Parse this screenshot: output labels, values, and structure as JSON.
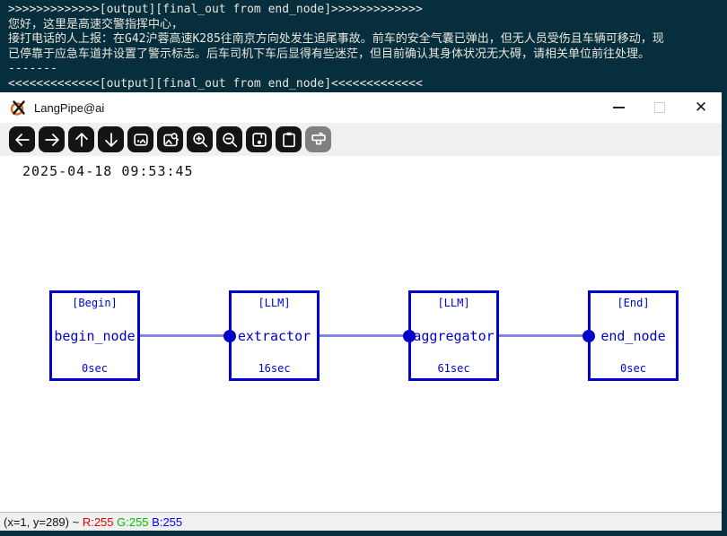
{
  "terminal": {
    "lines": [
      ">>>>>>>>>>>>>[output][final_out from end_node]>>>>>>>>>>>>>",
      "您好，这里是高速交警指挥中心，",
      "接打电话的人上报：在G42沪蓉高速K285往南京方向处发生追尾事故。前车的安全气囊已弹出，但无人员受伤且车辆可移动，现",
      "已停靠于应急车道并设置了警示标志。后车司机下车后显得有些迷茫，但目前确认其身体状况无大碍，请相关单位前往处理。",
      "-------",
      "<<<<<<<<<<<<<[output][final_out from end_node]<<<<<<<<<<<<<"
    ]
  },
  "window": {
    "title": "LangPipe@ai",
    "controls": {
      "minimize": "minimize",
      "maximize": "maximize",
      "close": "✕"
    }
  },
  "toolbar": {
    "buttons": [
      {
        "name": "back",
        "icon": "arrow-left-icon"
      },
      {
        "name": "forward",
        "icon": "arrow-right-icon"
      },
      {
        "name": "up",
        "icon": "arrow-up-icon"
      },
      {
        "name": "down",
        "icon": "arrow-down-icon"
      },
      {
        "name": "image",
        "icon": "image-icon"
      },
      {
        "name": "image-search",
        "icon": "image-search-icon"
      },
      {
        "name": "zoom-in",
        "icon": "zoom-in-icon"
      },
      {
        "name": "zoom-out",
        "icon": "zoom-out-icon"
      },
      {
        "name": "save",
        "icon": "save-icon"
      },
      {
        "name": "clipboard",
        "icon": "clipboard-icon"
      },
      {
        "name": "paint",
        "icon": "paint-brush-icon"
      }
    ]
  },
  "canvas": {
    "timestamp": "2025-04-18 09:53:45"
  },
  "graph": {
    "nodes": [
      {
        "type": "[Begin]",
        "name": "begin_node",
        "duration": "0sec"
      },
      {
        "type": "[LLM]",
        "name": "extractor",
        "duration": "16sec"
      },
      {
        "type": "[LLM]",
        "name": "aggregator",
        "duration": "61sec"
      },
      {
        "type": "[End]",
        "name": "end_node",
        "duration": "0sec"
      }
    ],
    "edges": [
      {
        "from": "begin_node",
        "to": "extractor"
      },
      {
        "from": "extractor",
        "to": "aggregator"
      },
      {
        "from": "aggregator",
        "to": "end_node"
      }
    ]
  },
  "statusbar": {
    "position": "(x=1, y=289) ~ ",
    "r": "R:255",
    "g": " G:255",
    "b": " B:255"
  },
  "colors": {
    "terminal_bg": "#062e3c",
    "terminal_text": "#e8e6de",
    "node_blue": "#0000cc",
    "edge_blue": "#8585e8",
    "toolbar_bg": "#f0f0f0",
    "status_r": "#e80000",
    "status_g": "#00c000",
    "status_b": "#0000ff",
    "logo_orange": "#d96b26"
  }
}
